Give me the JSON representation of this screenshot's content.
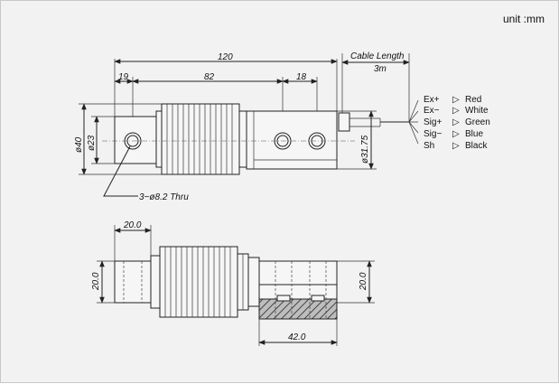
{
  "unit_label": "unit :mm",
  "dimensions": {
    "overall_length": "120",
    "left_hole_offset": "19",
    "hole_spacing_82": "82",
    "hole_spacing_18": "18",
    "cable_length_label": "Cable Length",
    "cable_length_value": "3m",
    "height_40": "ø40",
    "diameter_23": "ø23",
    "diameter_3175": "ø31.75",
    "thru_hole_note": "3−ø8.2 Thru",
    "side_width_top": "20.0",
    "side_height_left": "20.0",
    "side_height_right": "20.0",
    "side_base_length": "42.0"
  },
  "wiring": [
    {
      "signal": "Ex+",
      "color": "Red"
    },
    {
      "signal": "Ex−",
      "color": "White"
    },
    {
      "signal": "Sig+",
      "color": "Green"
    },
    {
      "signal": "Sig−",
      "color": "Blue"
    },
    {
      "signal": "Sh",
      "color": "Black"
    }
  ]
}
